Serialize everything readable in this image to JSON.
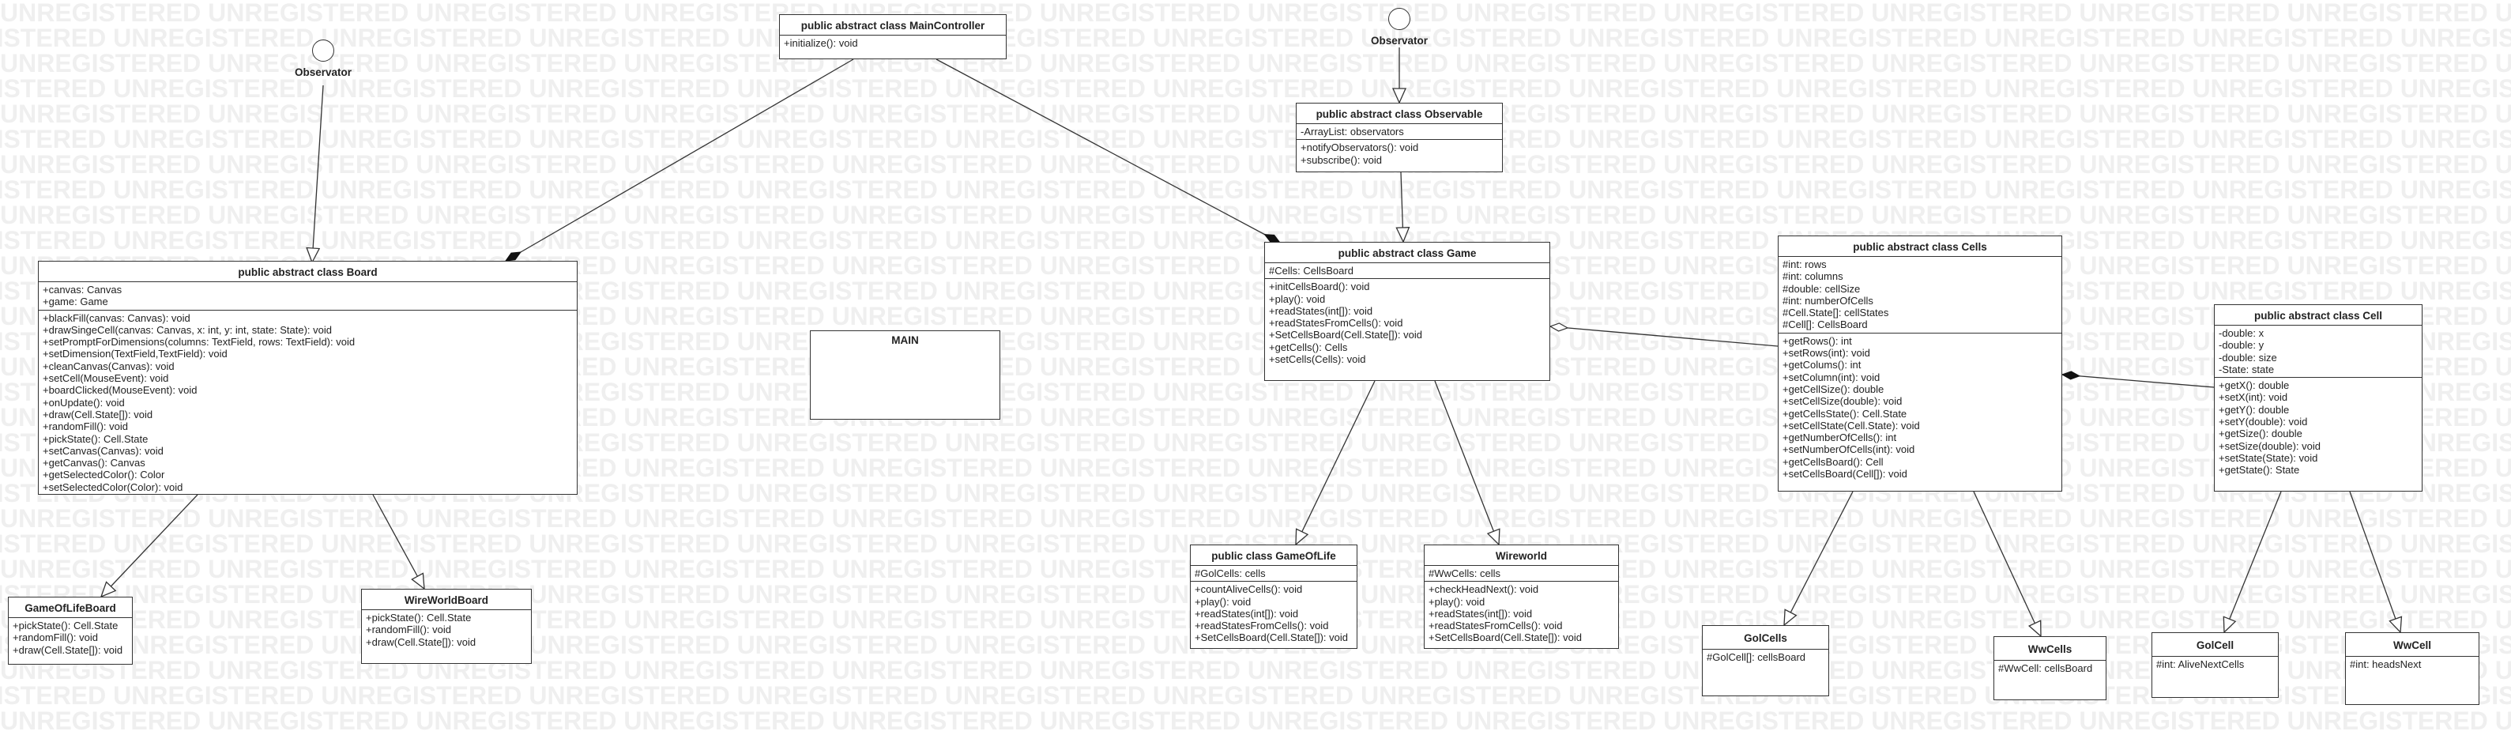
{
  "watermark": "UNREGISTERED",
  "actors": {
    "observer_left": "Observator",
    "observer_right": "Observator"
  },
  "classes": {
    "main_controller": {
      "title": "public abstract class MainController",
      "attributes": [],
      "methods": [
        "+initialize(): void"
      ]
    },
    "board": {
      "title": "public abstract class Board",
      "attributes": [
        "+canvas: Canvas",
        "+game: Game"
      ],
      "methods": [
        "+blackFill(canvas: Canvas): void",
        "+drawSingeCell(canvas: Canvas, x: int, y: int, state: State): void",
        "+setPromptForDimensions(columns: TextField, rows: TextField): void",
        "+setDimension(TextField,TextField): void",
        "+cleanCanvas(Canvas): void",
        "+setCell(MouseEvent): void",
        "+boardClicked(MouseEvent): void",
        "+onUpdate(): void",
        "+draw(Cell.State[]): void",
        "+randomFill(): void",
        "+pickState(): Cell.State",
        "+setCanvas(Canvas): void",
        "+getCanvas(): Canvas",
        "+getSelectedColor(): Color",
        "+setSelectedColor(Color): void"
      ]
    },
    "observable": {
      "title": "public abstract class Observable",
      "attributes": [
        "-ArrayList: observators"
      ],
      "methods": [
        "+notifyObservators(): void",
        "+subscribe(): void"
      ]
    },
    "game": {
      "title": "public abstract class Game",
      "attributes": [
        "#Cells: CellsBoard"
      ],
      "methods": [
        "+initCellsBoard(): void",
        "+play(): void",
        "+readStates(int[]): void",
        "+readStatesFromCells(): void",
        "+SetCellsBoard(Cell.State[]): void",
        "+getCells(): Cells",
        "+setCells(Cells): void"
      ]
    },
    "cells": {
      "title": "public abstract class Cells",
      "attributes": [
        "#int: rows",
        "#int: columns",
        "#double: cellSize",
        "#int: numberOfCells",
        "#Cell.State[]: cellStates",
        "#Cell[]: CellsBoard"
      ],
      "methods": [
        "+getRows(): int",
        "+setRows(int): void",
        "+getColums(): int",
        "+setColumn(int): void",
        "+getCellSize(): double",
        "+setCellSize(double): void",
        "+getCellsState(): Cell.State",
        "+setCellState(Cell.State): void",
        "+getNumberOfCells(): int",
        "+setNumberOfCells(int): void",
        "+getCellsBoard(): Cell",
        "+setCellsBoard(Cell[]): void"
      ]
    },
    "cell": {
      "title": "public abstract class Cell",
      "attributes": [
        "-double: x",
        "-double: y",
        "-double: size",
        "-State: state"
      ],
      "methods": [
        "+getX(): double",
        "+setX(int): void",
        "+getY(): double",
        "+setY(double): void",
        "+getSize(): double",
        "+setSize(double): void",
        "+setState(State): void",
        "+getState(): State"
      ]
    },
    "main": {
      "title": "MAIN"
    },
    "game_of_life_board": {
      "title": "GameOfLifeBoard",
      "attributes": [],
      "methods": [
        "+pickState(): Cell.State",
        "+randomFill(): void",
        "+draw(Cell.State[]): void"
      ]
    },
    "wireworld_board": {
      "title": "WireWorldBoard",
      "attributes": [],
      "methods": [
        "+pickState(): Cell.State",
        "+randomFill(): void",
        "+draw(Cell.State[]): void"
      ]
    },
    "game_of_life": {
      "title": "public class GameOfLife",
      "attributes": [
        "#GolCells: cells"
      ],
      "methods": [
        "+countAliveCells(): void",
        "+play(): void",
        "+readStates(int[]): void",
        "+readStatesFromCells(): void",
        "+SetCellsBoard(Cell.State[]): void"
      ]
    },
    "wireworld": {
      "title": "Wireworld",
      "attributes": [
        "#WwCells: cells"
      ],
      "methods": [
        "+checkHeadNext(): void",
        "+play(): void",
        "+readStates(int[]): void",
        "+readStatesFromCells(): void",
        "+SetCellsBoard(Cell.State[]): void"
      ]
    },
    "gol_cells": {
      "title": "GolCells",
      "attributes": [
        "#GolCell[]: cellsBoard"
      ],
      "methods": []
    },
    "ww_cells": {
      "title": "WwCells",
      "attributes": [
        "#WwCell: cellsBoard"
      ],
      "methods": []
    },
    "gol_cell": {
      "title": "GolCell",
      "attributes": [
        "#int: AliveNextCells"
      ],
      "methods": []
    },
    "ww_cell": {
      "title": "WwCell",
      "attributes": [
        "#int: headsNext"
      ],
      "methods": []
    }
  }
}
